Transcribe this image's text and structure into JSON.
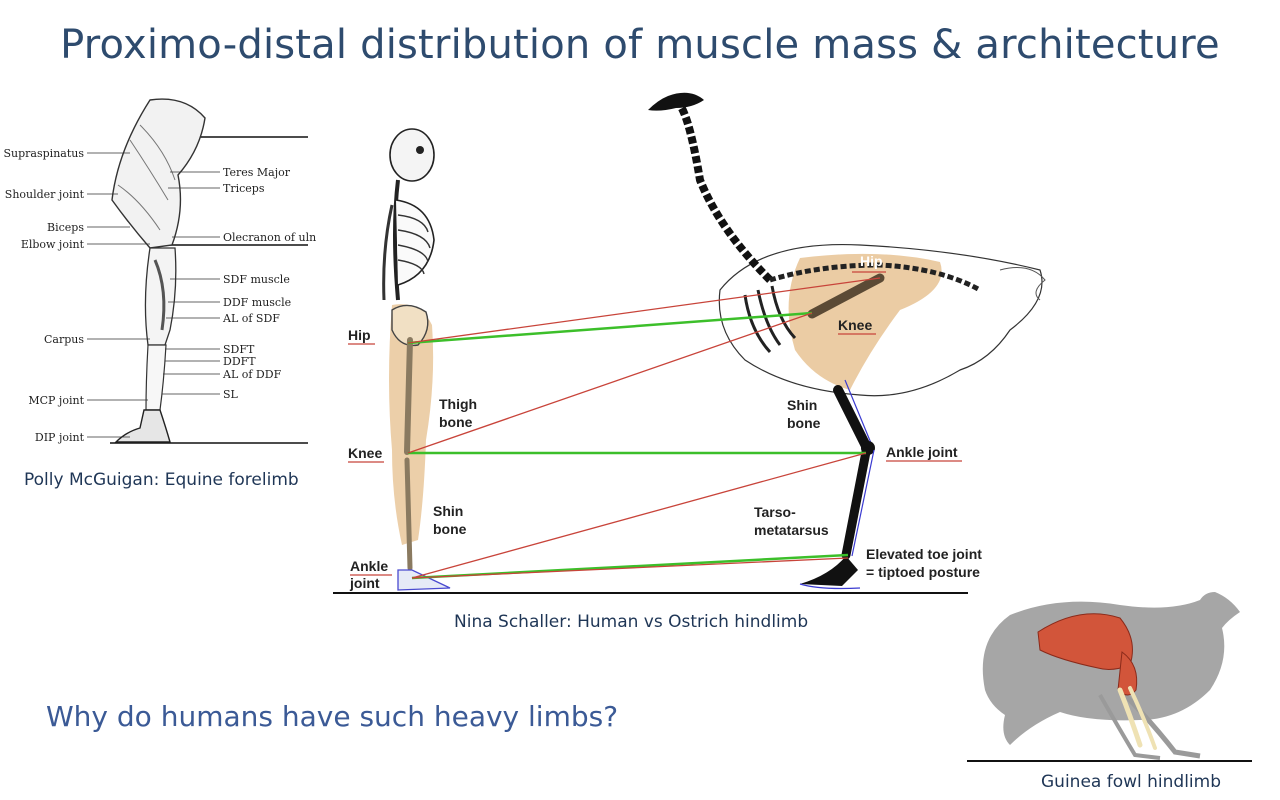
{
  "title": "Proximo-distal distribution of muscle mass & architecture",
  "question": "Why do humans have such heavy limbs?",
  "captions": {
    "equine": "Polly McGuigan:  Equine forelimb",
    "human_ostrich": "Nina Schaller:  Human vs Ostrich hindlimb",
    "guinea": "Guinea fowl hindlimb"
  },
  "equine_left_labels": [
    "Supraspinatus",
    "Shoulder joint",
    "Biceps",
    "Elbow joint",
    "Carpus",
    "MCP joint",
    "DIP joint"
  ],
  "equine_right_labels": [
    "Teres Major",
    "Triceps",
    "Olecranon of uln",
    "SDF muscle",
    "DDF muscle",
    "AL of SDF",
    "SDFT",
    "DDFT",
    "AL of DDF",
    "SL"
  ],
  "human_labels": {
    "hip": "Hip",
    "knee": "Knee",
    "ankle_1": "Ankle",
    "ankle_2": "joint",
    "thigh_1": "Thigh",
    "thigh_2": "bone",
    "shin_1": "Shin",
    "shin_2": "bone"
  },
  "ostrich_labels": {
    "hip": "Hip",
    "knee": "Knee",
    "shin_1": "Shin",
    "shin_2": "bone",
    "ankle": "Ankle joint",
    "tarso_1": "Tarso-",
    "tarso_2": "metatarsus",
    "toe_1": "Elevated toe joint",
    "toe_2": "= tiptoed posture"
  },
  "colors": {
    "title": "#2e4b6e",
    "question": "#3b5a96",
    "green_line": "#3cbf2a",
    "red_line": "#c8443a",
    "muscle_tan": "#e9c79a",
    "guinea_muscle": "#d2553a",
    "silhouette": "#a6a6a6"
  }
}
